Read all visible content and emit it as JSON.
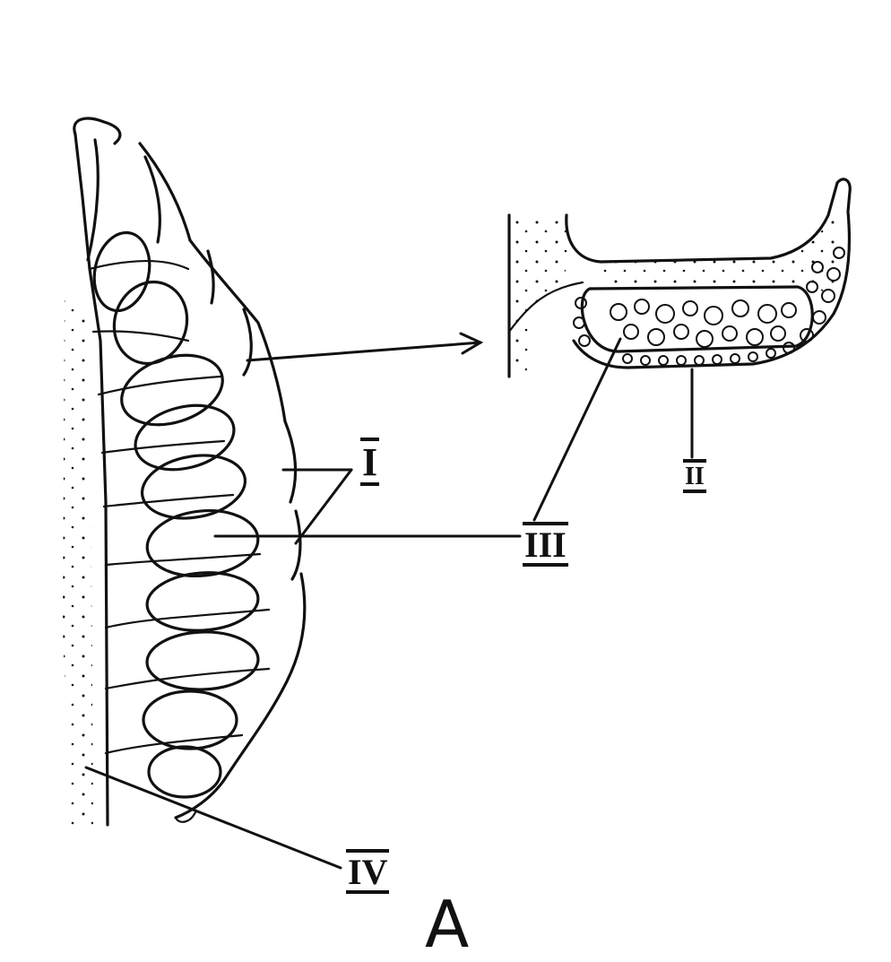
{
  "figure": {
    "labels": {
      "I": "I",
      "II": "II",
      "III": "III",
      "IV": "IV",
      "panel": "A"
    }
  }
}
